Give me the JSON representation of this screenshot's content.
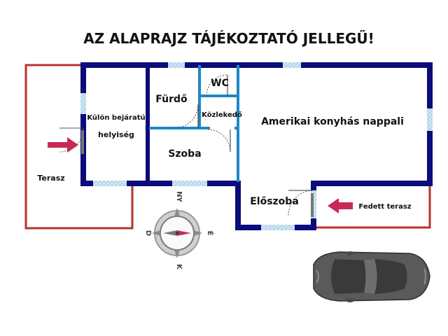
{
  "title": "AZ ALAPRAJZ TÁJÉKOZTATÓ JELLEGŰ!",
  "rooms": {
    "terasz": "Terasz",
    "kulon_line1": "Külön bejáratú",
    "kulon_line2": "helyiség",
    "furdo": "Fürdő",
    "wc": "WC",
    "kozlekedo": "Közlekedő",
    "szoba": "Szoba",
    "nappali": "Amerikai konyhás nappali",
    "eloszoba": "Előszoba",
    "fedett_terasz": "Fedett terasz"
  },
  "compass": {
    "north": "NY",
    "east": "É",
    "south": "K",
    "west": "D"
  },
  "colors": {
    "wall": "#0b0b7a",
    "inner_wall": "#1e88c8",
    "terrace": "#b83232",
    "arrow": "#c62a52",
    "window": "#a9cfe6",
    "car": "#5a5a5a"
  },
  "icons": [
    "compass-icon",
    "car-icon",
    "entrance-arrow-icon"
  ]
}
